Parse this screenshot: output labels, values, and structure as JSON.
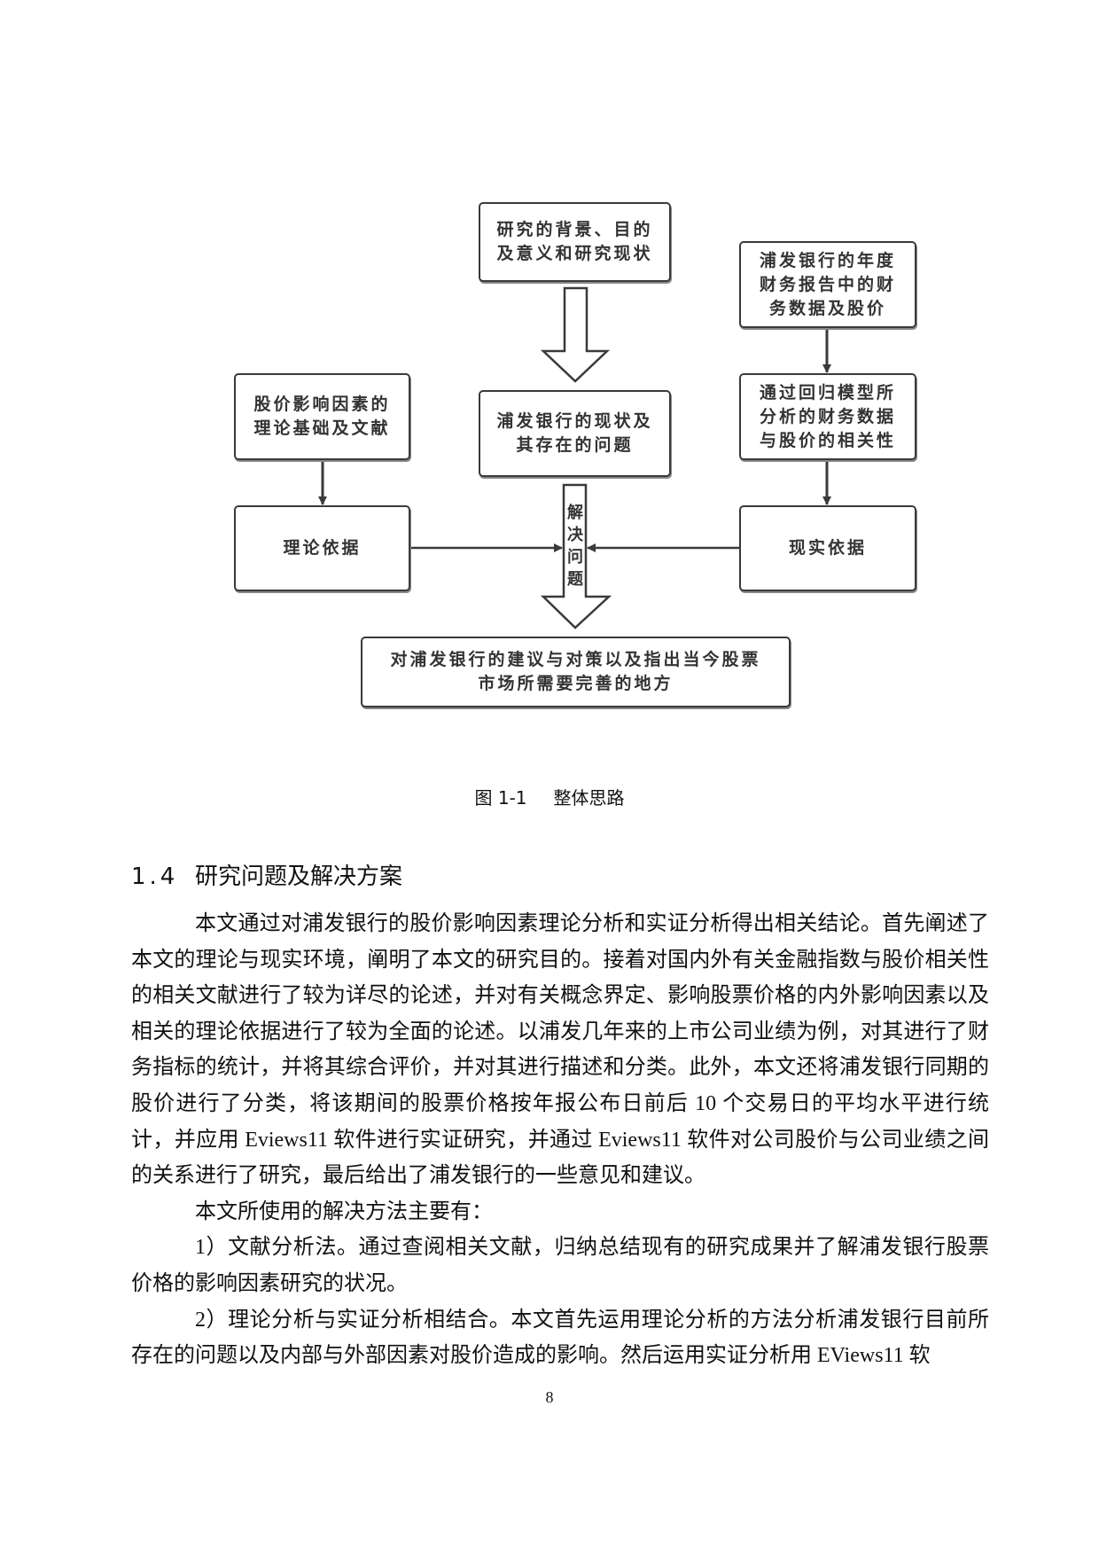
{
  "figure": {
    "boxes": {
      "background": [
        "研究的背景、目的",
        "及意义和研究现状"
      ],
      "status": [
        "浦发银行的现状及",
        "其存在的问题"
      ],
      "financial_data": [
        "浦发银行的年度",
        "财务报告中的财",
        "务数据及股价"
      ],
      "regression": [
        "通过回归模型所",
        "分析的财务数据",
        "与股价的相关性"
      ],
      "theory_literature": [
        "股价影响因素的",
        "理论基础及文献"
      ],
      "theory_basis": [
        "理论依据"
      ],
      "reality_basis": [
        "现实依据"
      ],
      "suggestions": [
        "对浦发银行的建议与对策以及指出当今股票",
        "市场所需要完善的地方"
      ]
    },
    "arrow_label": [
      "解",
      "决",
      "问",
      "题"
    ],
    "caption_num": "图 1-1",
    "caption_title": "整体思路"
  },
  "section": {
    "number": "1.4",
    "title": "研究问题及解决方案"
  },
  "paragraphs": [
    "本文通过对浦发银行的股价影响因素理论分析和实证分析得出相关结论。首先阐述了本文的理论与现实环境，阐明了本文的研究目的。接着对国内外有关金融指数与股价相关性的相关文献进行了较为详尽的论述，并对有关概念界定、影响股票价格的内外影响因素以及相关的理论依据进行了较为全面的论述。以浦发几年来的上市公司业绩为例，对其进行了财务指标的统计，并将其综合评价，并对其进行描述和分类。此外，本文还将浦发银行同期的股价进行了分类，将该期间的股票价格按年报公布日前后 10 个交易日的平均水平进行统计，并应用 Eviews11 软件进行实证研究，并通过 Eviews11 软件对公司股价与公司业绩之间的关系进行了研究，最后给出了浦发银行的一些意见和建议。",
    "本文所使用的解决方法主要有：",
    "1）文献分析法。通过查阅相关文献，归纳总结现有的研究成果并了解浦发银行股票价格的影响因素研究的状况。",
    "2）理论分析与实证分析相结合。本文首先运用理论分析的方法分析浦发银行目前所存在的问题以及内部与外部因素对股价造成的影响。然后运用实证分析用 EViews11 软"
  ],
  "page_number": "8"
}
